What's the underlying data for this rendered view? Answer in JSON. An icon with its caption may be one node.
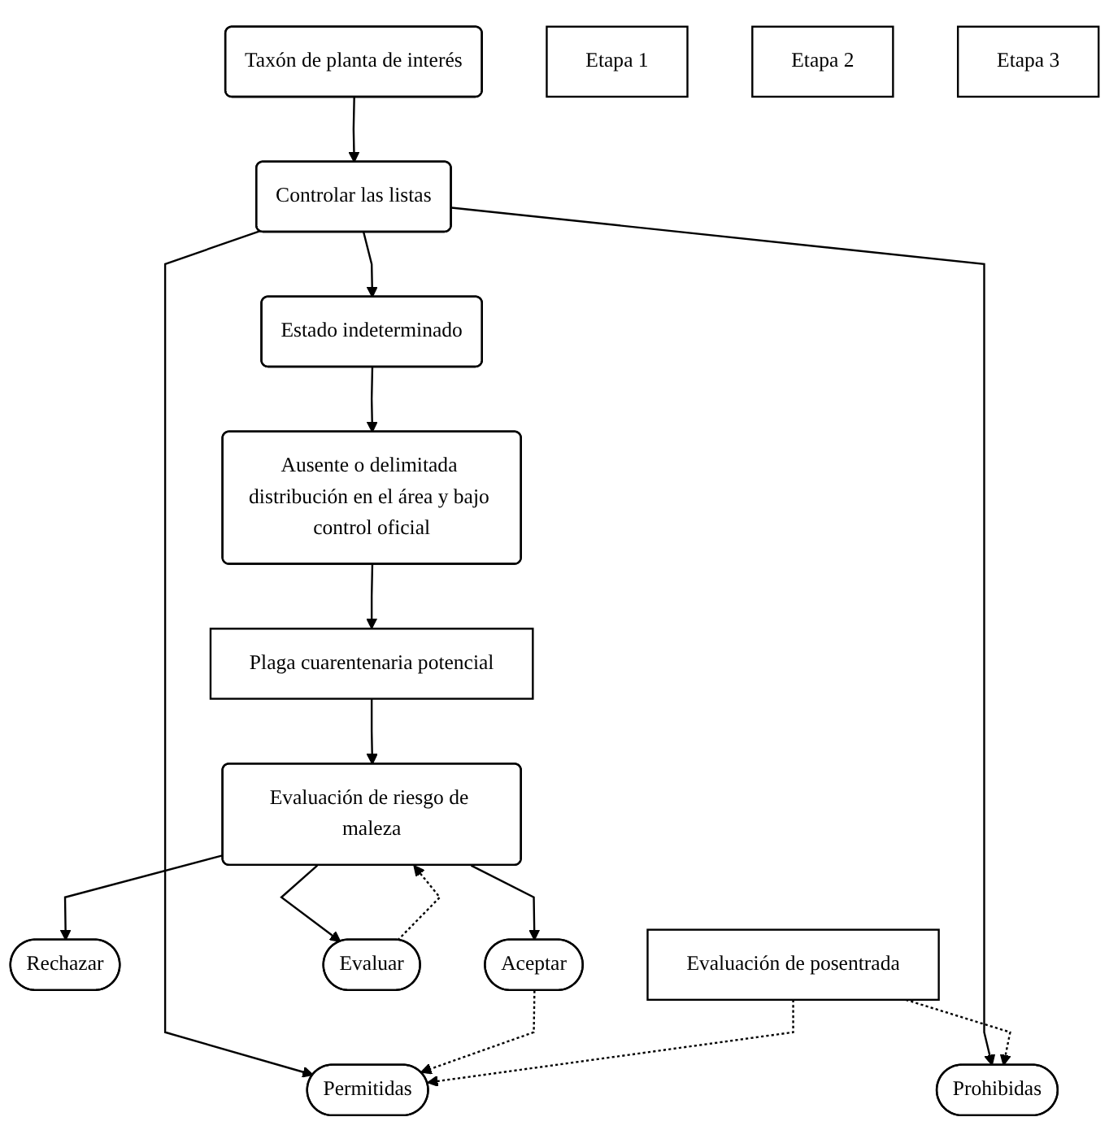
{
  "diagram": {
    "nodes": [
      {
        "text": [
          "Taxón de planta de interés"
        ]
      },
      {
        "text": [
          "Controlar las listas"
        ]
      },
      {
        "text": [
          "Permitidas"
        ]
      },
      {
        "text": [
          "Prohibidas"
        ]
      },
      {
        "text": [
          "Estado indeterminado"
        ]
      },
      {
        "text": [
          "Ausente o delimitada distribución en el área y bajo control oficial"
        ]
      },
      {
        "text": [
          "Plaga cuarentenaria potencial"
        ]
      },
      {
        "text": [
          "Evaluación de riesgo de maleza"
        ]
      },
      {
        "text": [
          "Rechazar"
        ]
      },
      {
        "text": [
          "Aceptar"
        ]
      },
      {
        "text": [
          "Evaluar"
        ]
      },
      {
        "text": [
          "Evaluación de posentrada"
        ]
      },
      {
        "text": [
          "Etapa 1"
        ]
      },
      {
        "text": [
          "Etapa 2"
        ]
      },
      {
        "text": [
          "Etapa 3"
        ]
      }
    ],
    "edges": [
      {
        "from": 0,
        "to": 1,
        "arrow": "to"
      },
      {
        "from": 1,
        "to": 2,
        "arrow": "to"
      },
      {
        "from": 1,
        "to": 3,
        "arrow": "to"
      },
      {
        "from": 1,
        "to": 4,
        "arrow": "to"
      },
      {
        "from": 4,
        "to": 5,
        "arrow": "to"
      },
      {
        "from": 5,
        "to": 6,
        "arrow": "to"
      },
      {
        "from": 6,
        "to": 7,
        "arrow": "to"
      },
      {
        "from": 7,
        "to": 8,
        "arrow": "to"
      },
      {
        "from": 7,
        "to": 9,
        "arrow": "to"
      },
      {
        "from": 7,
        "to": 10,
        "arrow": "to"
      },
      {
        "from": 10,
        "to": 7,
        "arrow": "to",
        "style": "dashed"
      },
      {
        "from": 9,
        "to": 2,
        "arrow": "to",
        "style": "dashed"
      },
      {
        "from": 11,
        "to": 3,
        "arrow": "to",
        "style": "dashed"
      },
      {
        "from": 11,
        "to": 2,
        "arrow": "to",
        "style": "dashed"
      }
    ]
  }
}
